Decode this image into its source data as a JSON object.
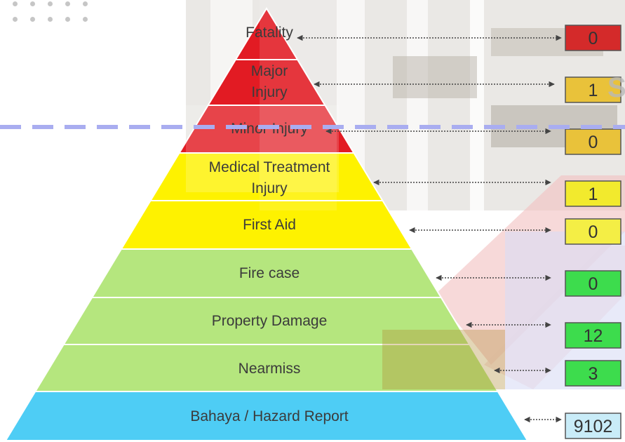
{
  "pyramid_levels": [
    {
      "label_lines": [
        "Fatality"
      ],
      "value": "0",
      "color": "#e21b23",
      "box_color": "#d42a2a"
    },
    {
      "label_lines": [
        "Major",
        "Injury"
      ],
      "value": "1",
      "color": "#e21b23",
      "box_color": "#e9c23a"
    },
    {
      "label_lines": [
        "Minor Injury"
      ],
      "value": "0",
      "color": "#e21b23",
      "box_color": "#e9c23a"
    },
    {
      "label_lines": [
        "Medical Treatment",
        "Injury"
      ],
      "value": "1",
      "color": "#fef200",
      "box_color": "#f2ea2d"
    },
    {
      "label_lines": [
        "First Aid"
      ],
      "value": "0",
      "color": "#fef200",
      "box_color": "#f4ee45"
    },
    {
      "label_lines": [
        "Fire case"
      ],
      "value": "0",
      "color": "#b5e67e",
      "box_color": "#3ddc4d"
    },
    {
      "label_lines": [
        "Property Damage"
      ],
      "value": "12",
      "color": "#b5e67e",
      "box_color": "#3ddc4d"
    },
    {
      "label_lines": [
        "Nearmiss"
      ],
      "value": "3",
      "color": "#b5e67e",
      "box_color": "#3ddc4d"
    },
    {
      "label_lines": [
        "Bahaya / Hazard Report"
      ],
      "value": "9102",
      "color": "#4ecdf5",
      "box_color": "#c9ecf8"
    }
  ],
  "colors": {
    "red": "#e21b23",
    "yellow": "#fef200",
    "green": "#b5e67e",
    "blue": "#4ecdf5",
    "dashed_line": "#a9adf0",
    "arrow": "#444444"
  },
  "icons": [
    "dot-grid-icon",
    "double-arrow-icon"
  ]
}
